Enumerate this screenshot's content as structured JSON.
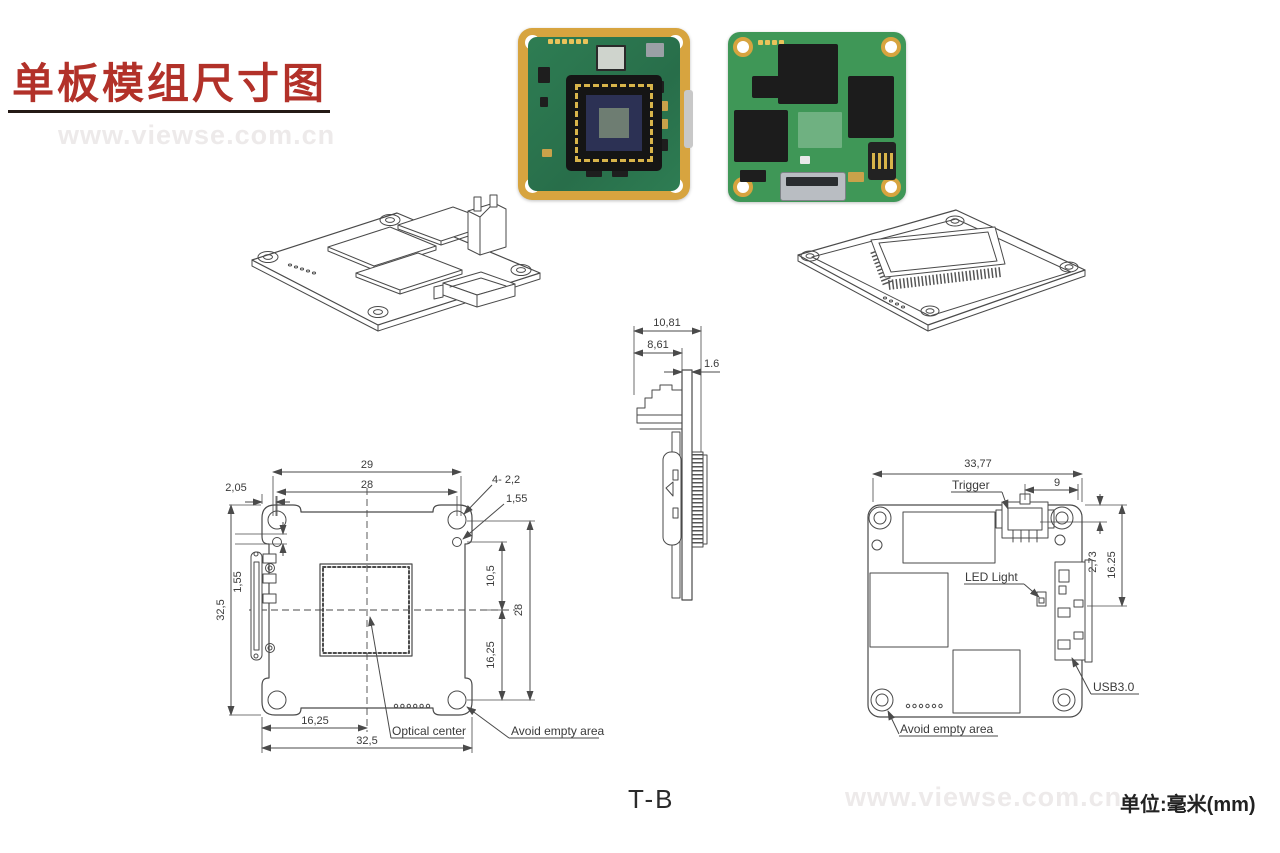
{
  "header": {
    "title": "单板模组尺寸图",
    "watermark": "www.viewse.com.cn"
  },
  "front_view": {
    "dim_width_outer": "29",
    "dim_width_inner": "28",
    "dim_edge_offset": "2,05",
    "dim_hole_callout": "4- 2,2",
    "dim_small_hole": "1,55",
    "dim_left_pin": "1,55",
    "dim_height": "32,5",
    "dim_upper_right": "10,5",
    "dim_right_span": "28",
    "dim_lower_right": "16,25",
    "dim_bottom_half": "16,25",
    "dim_bottom_full": "32,5",
    "label_optical_center": "Optical center",
    "label_avoid": "Avoid empty area"
  },
  "side_view": {
    "dim_total_depth": "10,81",
    "dim_body_depth": "8,61",
    "dim_board_thickness": "1.6"
  },
  "back_view": {
    "dim_width": "33,77",
    "dim_trigger_span": "9",
    "dim_trigger_offset": "2,73",
    "dim_usb_offset": "16.25",
    "label_trigger": "Trigger",
    "label_led": "LED Light",
    "label_usb": "USB3.0",
    "label_avoid": "Avoid empty area"
  },
  "footer": {
    "view_label": "T-B",
    "unit_label": "单位:毫米(mm)",
    "watermark": "www.viewse.com.cn"
  },
  "colors": {
    "title_red": "#b23129",
    "drawing_line": "#4a4a4a",
    "pcb_green_front": "#2e7d53",
    "pcb_green_back": "#3f9757",
    "board_gold": "#d7a43f",
    "sensor_die_blue": "#2c3154"
  }
}
